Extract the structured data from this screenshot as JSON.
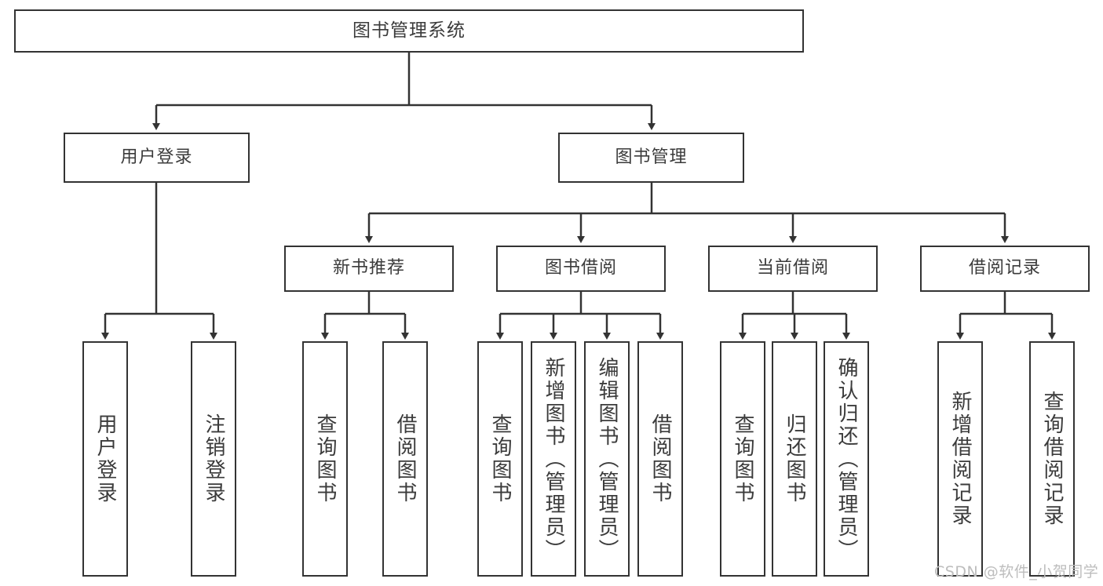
{
  "diagram": {
    "title_text": "图书管理系统",
    "type": "tree-hierarchy-chart",
    "nodes": {
      "root": "图书管理系统",
      "level1": [
        "用户登录",
        "图书管理"
      ],
      "level2": [
        "新书推荐",
        "图书借阅",
        "当前借阅",
        "借阅记录"
      ],
      "leaves": {
        "user_login": [
          "用户登录",
          "注销登录"
        ],
        "new_book_recommend": [
          "查询图书",
          "借阅图书"
        ],
        "book_borrow": [
          "查询图书",
          "新增图书（管理员）",
          "编辑图书（管理员）",
          "借阅图书"
        ],
        "current_borrow": [
          "查询图书",
          "归还图书",
          "确认归还（管理员）"
        ],
        "borrow_record": [
          "新增借阅记录",
          "查询借阅记录"
        ]
      }
    },
    "colors": {
      "border": "#333333",
      "text": "#3b3b3b",
      "background": "#ffffff",
      "watermark": "#bdbdbd"
    }
  },
  "watermark": {
    "text": "CSDN @软件_小贺同学"
  }
}
